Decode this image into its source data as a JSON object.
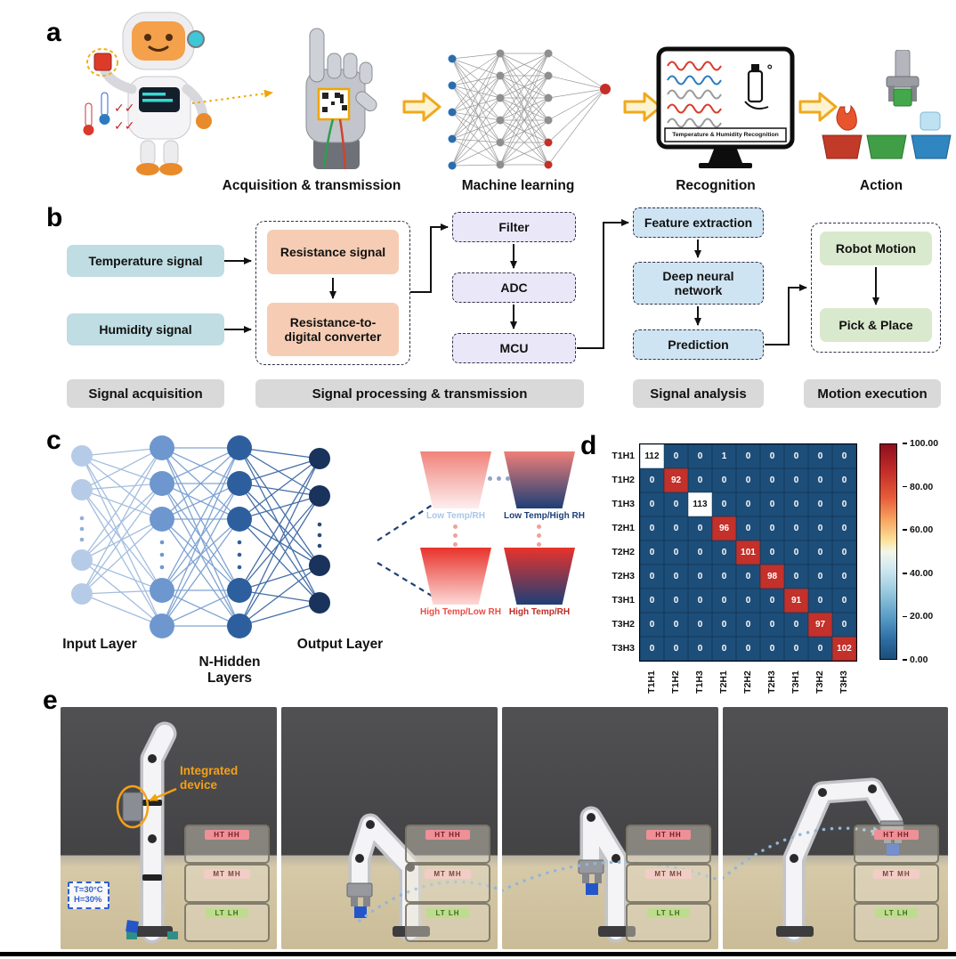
{
  "figure": {
    "panel_a": {
      "label": "a",
      "captions": {
        "acquisition": "Acquisition & transmission",
        "ml": "Machine learning",
        "recognition": "Recognition",
        "action": "Action"
      },
      "monitor_caption": "Temperature & Humidity Recognition"
    },
    "panel_b": {
      "label": "b",
      "boxes": {
        "temperature": "Temperature signal",
        "humidity": "Humidity signal",
        "resistance": "Resistance signal",
        "rdc": "Resistance-to-digital converter",
        "filter": "Filter",
        "adc": "ADC",
        "mcu": "MCU",
        "feature": "Feature extraction",
        "dnn": "Deep neural network",
        "prediction": "Prediction",
        "robot_motion": "Robot Motion",
        "pick_place": "Pick & Place"
      },
      "stages": [
        "Signal acquisition",
        "Signal processing & transmission",
        "Signal analysis",
        "Motion execution"
      ]
    },
    "panel_c": {
      "label": "c",
      "layers": {
        "input": "Input Layer",
        "hidden": "N-Hidden\nLayers",
        "output": "Output Layer"
      },
      "classes": [
        {
          "label": "Low Temp/RH",
          "label_color": "#a9c6e8",
          "grad_top": "#f0837a",
          "grad_bottom": "#fdeeee"
        },
        {
          "label": "Low Temp/High RH",
          "label_color": "#1d3f77",
          "grad_top": "#ef7f76",
          "grad_bottom": "#1d3f77"
        },
        {
          "label": "High Temp/Low RH",
          "label_color": "#ea4d45",
          "grad_top": "#e8332b",
          "grad_bottom": "#fcd9d7"
        },
        {
          "label": "High Temp/RH",
          "label_color": "#c02a22",
          "grad_top": "#e8332b",
          "grad_bottom": "#1d3f77"
        }
      ]
    },
    "panel_d": {
      "label": "d",
      "chart_data": {
        "type": "heatmap",
        "title": "Confusion matrix of temperature/humidity class recognition",
        "x_labels": [
          "T1H1",
          "T1H2",
          "T1H3",
          "T2H1",
          "T2H2",
          "T2H3",
          "T3H1",
          "T3H2",
          "T3H3"
        ],
        "y_labels": [
          "T1H1",
          "T1H2",
          "T1H3",
          "T2H1",
          "T2H2",
          "T2H3",
          "T3H1",
          "T3H2",
          "T3H3"
        ],
        "matrix": [
          [
            112,
            0,
            0,
            1,
            0,
            0,
            0,
            0,
            0
          ],
          [
            0,
            92,
            0,
            0,
            0,
            0,
            0,
            0,
            0
          ],
          [
            0,
            0,
            113,
            0,
            0,
            0,
            0,
            0,
            0
          ],
          [
            0,
            0,
            0,
            96,
            0,
            0,
            0,
            0,
            0
          ],
          [
            0,
            0,
            0,
            0,
            101,
            0,
            0,
            0,
            0
          ],
          [
            0,
            0,
            0,
            0,
            0,
            98,
            0,
            0,
            0
          ],
          [
            0,
            0,
            0,
            0,
            0,
            0,
            91,
            0,
            0
          ],
          [
            0,
            0,
            0,
            0,
            0,
            0,
            0,
            97,
            0
          ],
          [
            0,
            0,
            0,
            0,
            0,
            0,
            0,
            0,
            102
          ]
        ],
        "colorbar_ticks": [
          "100.00",
          "80.00",
          "60.00",
          "40.00",
          "20.00",
          "0.00"
        ],
        "vmin": 0,
        "vmax": 100,
        "colors": {
          "low": "#1d4e79",
          "high": "#c4302a",
          "over": "#ffffff"
        }
      }
    },
    "panel_e": {
      "label": "e",
      "device_note": "Integrated\ndevice",
      "condition_note": "T=30°C\nH=30%",
      "bin_labels": [
        "HT HH",
        "MT MH",
        "LT LH"
      ]
    }
  }
}
